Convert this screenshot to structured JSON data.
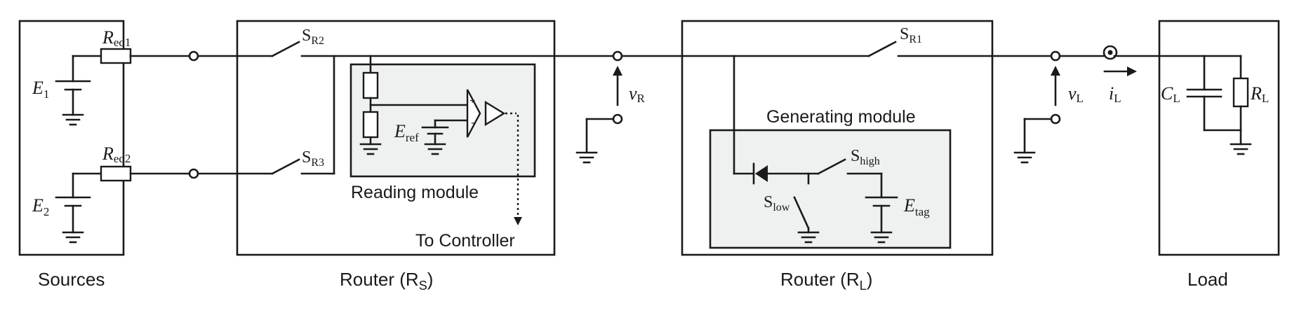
{
  "blocks": {
    "sources": "Sources",
    "router_rs": {
      "prefix": "Router (R",
      "sub": "S",
      "suffix": ")"
    },
    "router_rl": {
      "prefix": "Router (R",
      "sub": "L",
      "suffix": ")"
    },
    "load": "Load"
  },
  "modules": {
    "reading": "Reading module",
    "generating": "Generating module",
    "to_controller": "To Controller"
  },
  "labels": {
    "req1": {
      "main": "R",
      "sub": "eq1"
    },
    "req2": {
      "main": "R",
      "sub": "eq2"
    },
    "e1": {
      "main": "E",
      "sub": "1"
    },
    "e2": {
      "main": "E",
      "sub": "2"
    },
    "sr1": {
      "main": "S",
      "sub": "R1"
    },
    "sr2": {
      "main": "S",
      "sub": "R2"
    },
    "sr3": {
      "main": "S",
      "sub": "R3"
    },
    "eref": {
      "main": "E",
      "sub": "ref"
    },
    "vr": {
      "main": "v",
      "sub": "R"
    },
    "vl": {
      "main": "v",
      "sub": "L"
    },
    "il": {
      "main": "i",
      "sub": "L"
    },
    "cl": {
      "main": "C",
      "sub": "L"
    },
    "rl": {
      "main": "R",
      "sub": "L"
    },
    "shigh": {
      "main": "S",
      "sub": "high"
    },
    "slow": {
      "main": "S",
      "sub": "low"
    },
    "etag": {
      "main": "E",
      "sub": "tag"
    },
    "opamp_plus": "+",
    "opamp_minus": "-"
  }
}
